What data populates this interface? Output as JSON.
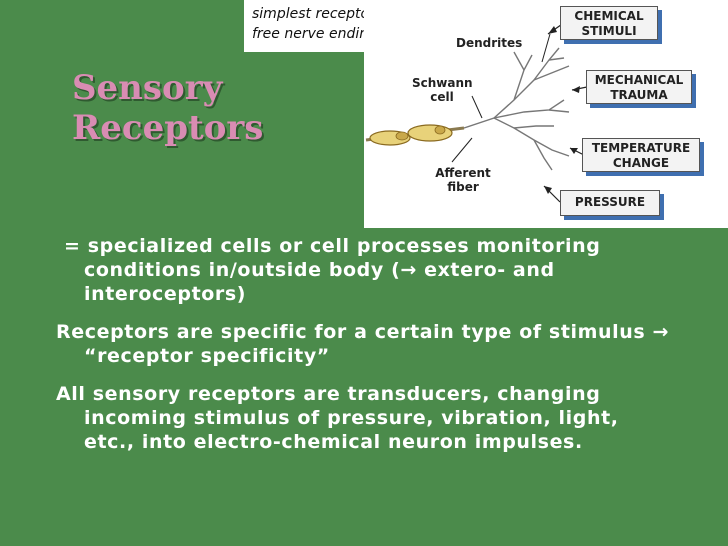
{
  "title": {
    "line1": "Sensory",
    "line2": "Receptors"
  },
  "caption": {
    "line1": "simplest receptor type:",
    "line2": "free nerve endings"
  },
  "figure": {
    "labels": {
      "dendrites": "Dendrites",
      "schwann_line1": "Schwann",
      "schwann_line2": "cell",
      "afferent_line1": "Afferent",
      "afferent_line2": "fiber"
    },
    "stimuli": [
      {
        "line1": "CHEMICAL",
        "line2": "STIMULI"
      },
      {
        "line1": "MECHANICAL",
        "line2": "TRAUMA"
      },
      {
        "line1": "TEMPERATURE",
        "line2": "CHANGE"
      },
      {
        "line1": "PRESSURE",
        "line2": ""
      }
    ]
  },
  "body": {
    "p1": "= specialized cells or cell processes monitoring conditions in/outside body (→ extero- and interoceptors)",
    "p2": "Receptors are specific for a certain type of stimulus → “receptor specificity”",
    "p3": "All sensory receptors are transducers, changing incoming stimulus of pressure, vibration, light, etc., into electro-chemical neuron impulses."
  },
  "colors": {
    "background": "#4b8b4b",
    "title": "#d98cb3",
    "body_text": "#ffffff",
    "box_shadow": "#3f6fb0"
  }
}
